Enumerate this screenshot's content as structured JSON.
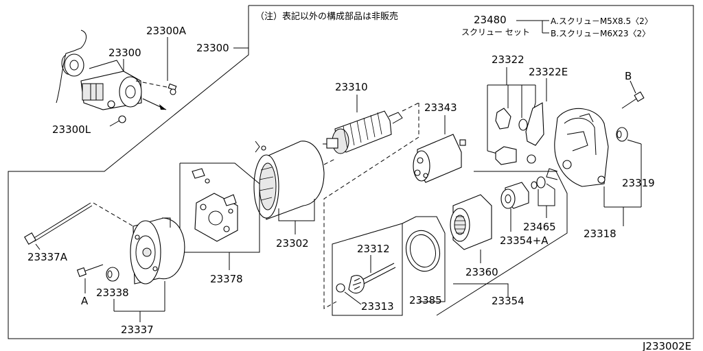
{
  "note": "（注）表記以外の構成部品は非販売",
  "screw_set": {
    "code": "23480",
    "name": "スクリュー セット",
    "item_a": "A.スクリュ－M5X8.5〈2〉",
    "item_b": "B.スクリュ－M6X23〈2〉"
  },
  "labels": {
    "p23300A": "23300A",
    "p23300_assy": "23300",
    "p23300_ref": "23300",
    "p23300L": "23300L",
    "p23310": "23310",
    "p23343": "23343",
    "p23322": "23322",
    "p23322E": "23322E",
    "pB": "B",
    "p23319": "23319",
    "p23318": "23318",
    "p23465": "23465",
    "p23354A": "23354+A",
    "p23360": "23360",
    "p23354": "23354",
    "p23385": "23385",
    "p23312": "23312",
    "p23313": "23313",
    "p23302": "23302",
    "p23378": "23378",
    "p23337A": "23337A",
    "pA": "A",
    "p23338": "23338",
    "p23337": "23337"
  },
  "diagram_id": "J233002E"
}
